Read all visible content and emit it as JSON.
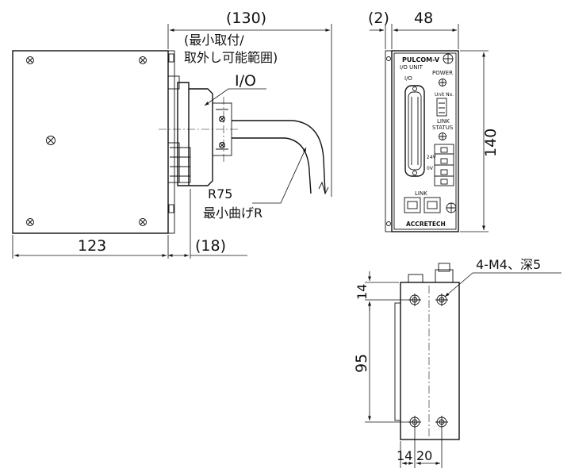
{
  "dimensions": {
    "d130": "(130)",
    "d123": "123",
    "d18": "(18)",
    "d2": "(2)",
    "d48": "48",
    "d140": "140",
    "d14_top": "14",
    "d95": "95",
    "d14_bottom": "14",
    "d20": "20"
  },
  "notes": {
    "removal_line1": "(最小取付/",
    "removal_line2": "取外し可能範囲)",
    "io": "I/O",
    "radius": "R75",
    "min_bend": "最小曲げR",
    "mount_holes": "4-M4、深5"
  },
  "panel": {
    "brand": "PULCOM-V",
    "unit": "I/O UNIT",
    "io": "I/O",
    "power": "POWER",
    "unit_no": "Unit No.",
    "link": "LINK",
    "status": "STATUS",
    "link_port": "LINK",
    "v24": "24V",
    "v0": "0V",
    "maker": "ACCRETECH"
  }
}
